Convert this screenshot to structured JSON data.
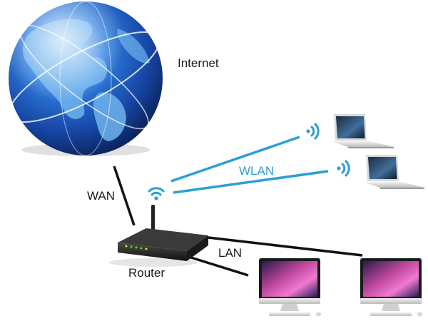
{
  "labels": {
    "internet": "Internet",
    "wan": "WAN",
    "wlan": "WLAN",
    "lan": "LAN",
    "router": "Router"
  },
  "colors": {
    "wired_link": "#111111",
    "wireless_link": "#2a9fd6",
    "globe_ocean": "#1f63c4",
    "globe_land": "#6fb3ec",
    "label_text": "#1a1a1a",
    "wlan_text": "#2a9fd6"
  },
  "nodes": [
    {
      "id": "internet",
      "icon": "globe-icon"
    },
    {
      "id": "router",
      "icon": "router-icon"
    },
    {
      "id": "laptop-1",
      "icon": "laptop-icon"
    },
    {
      "id": "laptop-2",
      "icon": "laptop-icon"
    },
    {
      "id": "desktop-1",
      "icon": "desktop-monitor-icon"
    },
    {
      "id": "desktop-2",
      "icon": "desktop-monitor-icon"
    }
  ],
  "links": [
    {
      "from": "internet",
      "to": "router",
      "type": "wired",
      "label": "WAN"
    },
    {
      "from": "router",
      "to": "laptop-1",
      "type": "wireless",
      "label": "WLAN"
    },
    {
      "from": "router",
      "to": "laptop-2",
      "type": "wireless",
      "label": "WLAN"
    },
    {
      "from": "router",
      "to": "desktop-1",
      "type": "wired",
      "label": "LAN"
    },
    {
      "from": "router",
      "to": "desktop-2",
      "type": "wired",
      "label": "LAN"
    }
  ]
}
